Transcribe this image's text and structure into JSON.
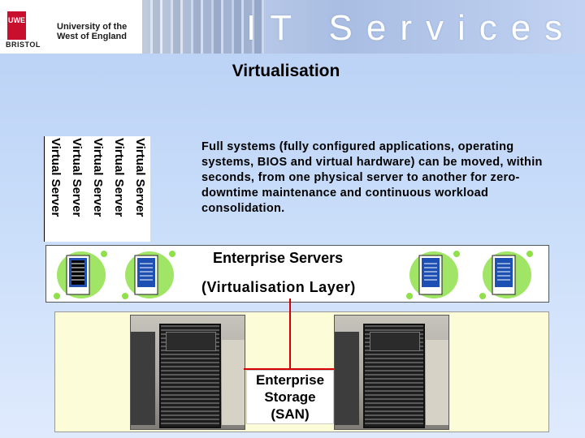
{
  "header": {
    "logo_badge": "UWE",
    "logo_city": "BRISTOL",
    "university": "University of the West of England",
    "banner": "IT Services"
  },
  "title": "Virtualisation",
  "virtual_servers": [
    "Virtual Server",
    "Virtual Server",
    "Virtual Server",
    "Virtual Server",
    "Virtual Server"
  ],
  "description": "Full systems (fully configured applications, operating systems, BIOS and virtual hardware) can be moved, within seconds, from one physical server to another for zero-downtime maintenance and continuous workload consolidation.",
  "enterprise": {
    "label": "Enterprise Servers",
    "layer": "(Virtualisation Layer)"
  },
  "storage": {
    "label": "Enterprise Storage (SAN)"
  },
  "colors": {
    "link_line": "#d40000",
    "server_glow": "#8fe04a",
    "storage_panel": "#fdfcd8"
  }
}
